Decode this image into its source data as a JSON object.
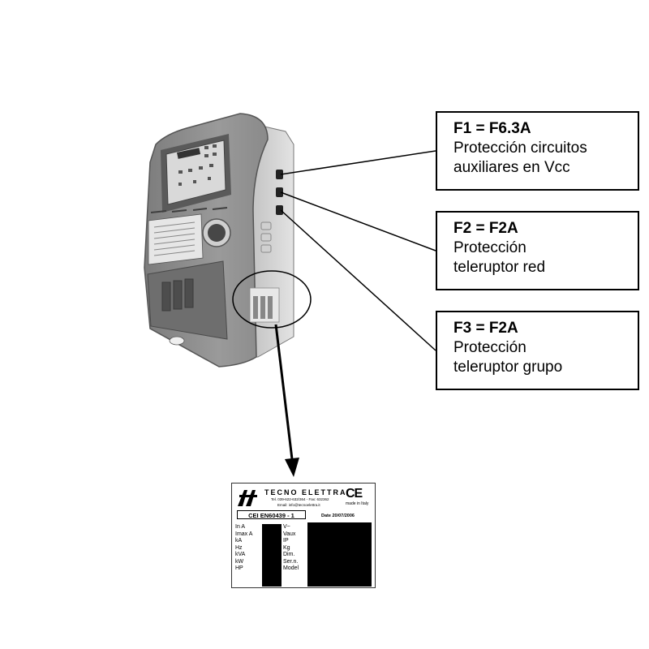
{
  "callouts": [
    {
      "title": "F1 = F6.3A",
      "lines": [
        "Protección circuitos",
        "auxiliares en Vcc"
      ]
    },
    {
      "title": "F2 = F2A",
      "lines": [
        "Protección",
        "teleruptor red"
      ]
    },
    {
      "title": "F3 = F2A",
      "lines": [
        "Protección",
        "teleruptor grupo"
      ]
    }
  ],
  "plate": {
    "brand": "TECNO ELETTRA",
    "contact1": "Tel. 039-622-632/364 - Fax: 632362",
    "contact2": "Email: info@tecnoelettra.it",
    "ce_mark": "CE",
    "made_in": "made in Italy",
    "norm": "CEI EN60439 - 1",
    "date": "Date 20/07/2006",
    "left_fields": [
      "In A",
      "Imax A",
      "kA",
      "Hz",
      "kVA",
      "kW",
      "HP"
    ],
    "right_fields": [
      "V~",
      "Vaux",
      "IP",
      "Kg",
      "Dim.",
      "Ser.n.",
      "Model"
    ]
  },
  "colors": {
    "panel_body": "#8f8f8f",
    "panel_dark": "#6b6b6b",
    "panel_light": "#c9c9c9",
    "line": "#000000"
  }
}
